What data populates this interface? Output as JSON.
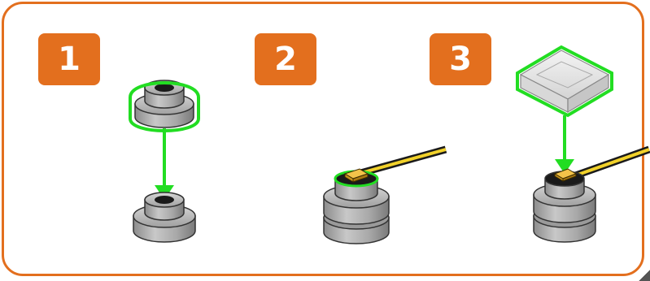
{
  "colors": {
    "accent": "#e36f1e",
    "highlight": "#22dd22",
    "piece_gray": "#a9a9a9",
    "wire_yellow": "#f1d12a"
  },
  "steps": [
    {
      "label": "1"
    },
    {
      "label": "2"
    },
    {
      "label": "3"
    }
  ]
}
